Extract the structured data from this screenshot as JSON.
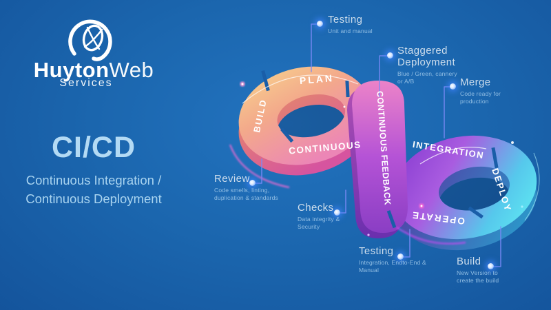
{
  "background_color": "#1b66ae",
  "logo": {
    "icon": "at-swirl-logo",
    "brand_bold": "Huyton",
    "brand_light": "Web",
    "tagline": "Services"
  },
  "heading": {
    "title": "CI/CD",
    "subtitle": [
      "Continuous Integration /",
      "Continuous Deployment"
    ]
  },
  "diagram": {
    "type": "infinity-loop",
    "loop_labels": {
      "plan": "PLAN",
      "build": "BUILD",
      "continuous": "CONTINUOUS",
      "continuous_feedback": "CONTINUOUS FEEDBACK",
      "integration": "INTEGRATION",
      "deploy": "DEPLOY",
      "operate": "OPERATE"
    },
    "colors": {
      "left_loop_start": "#f8d28d",
      "left_loop_end": "#ec86b6",
      "strip_start": "#ec83c8",
      "strip_end": "#8a3ec4",
      "right_loop_start": "#8a3ed2",
      "right_loop_end": "#5fe8f2",
      "callout_line": "#7b8af5",
      "dot_glow": "#4084ff"
    },
    "callouts": [
      {
        "id": "testing-top",
        "title": "Testing",
        "sub": "Unit and manual"
      },
      {
        "id": "staggered-deployment",
        "title": "Staggered Deployment",
        "sub": "Blue / Green, cannery or A/B"
      },
      {
        "id": "merge",
        "title": "Merge",
        "sub": "Code ready for production"
      },
      {
        "id": "review",
        "title": "Review",
        "sub": "Code smells, linting, duplication & standards"
      },
      {
        "id": "checks",
        "title": "Checks",
        "sub": "Data integrity & Security"
      },
      {
        "id": "testing-bottom",
        "title": "Testing",
        "sub": "Integration, Endto-End & Manual"
      },
      {
        "id": "build",
        "title": "Build",
        "sub": "New Version to create the build"
      }
    ]
  }
}
